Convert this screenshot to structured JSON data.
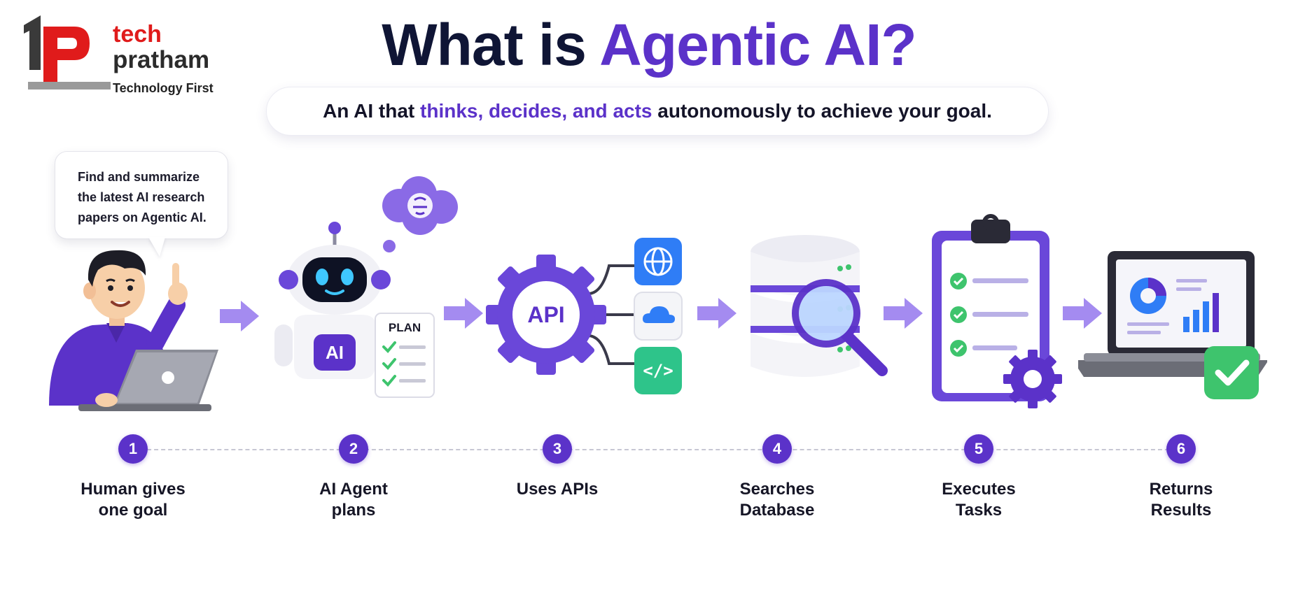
{
  "brand": {
    "mark": "tp",
    "name_line1": "tech",
    "name_line2": "pratham",
    "tagline": "Technology First",
    "colors": {
      "red": "#e01b1b",
      "dark": "#2b2b2b",
      "gray": "#9a9a9a"
    }
  },
  "title": {
    "prefix": "What is ",
    "accent": "Agentic AI?"
  },
  "subtitle": {
    "before": "An AI that ",
    "accent": "thinks, decides, and acts",
    "after": " autonomously to achieve your goal."
  },
  "speech_bubble": {
    "lines": [
      "Find and summarize",
      "the latest AI research",
      "papers on Agentic AI."
    ]
  },
  "illustrations": {
    "robot_badge": "AI",
    "plan_label": "PLAN",
    "api_label": "API",
    "api_icons": [
      "globe-icon",
      "cloud-icon",
      "code-icon"
    ],
    "api_code_glyph": "</>"
  },
  "steps": [
    {
      "number": "1",
      "label": "Human gives\none goal"
    },
    {
      "number": "2",
      "label": "AI Agent\nplans"
    },
    {
      "number": "3",
      "label": "Uses APIs"
    },
    {
      "number": "4",
      "label": "Searches\nDatabase"
    },
    {
      "number": "5",
      "label": "Executes\nTasks"
    },
    {
      "number": "6",
      "label": "Returns\nResults"
    }
  ],
  "colors": {
    "accent": "#5b32c9",
    "title_dark": "#0f1535",
    "blue_tile": "#2f7df6",
    "green_tile": "#2ec48a",
    "check_green": "#3ec46d"
  }
}
